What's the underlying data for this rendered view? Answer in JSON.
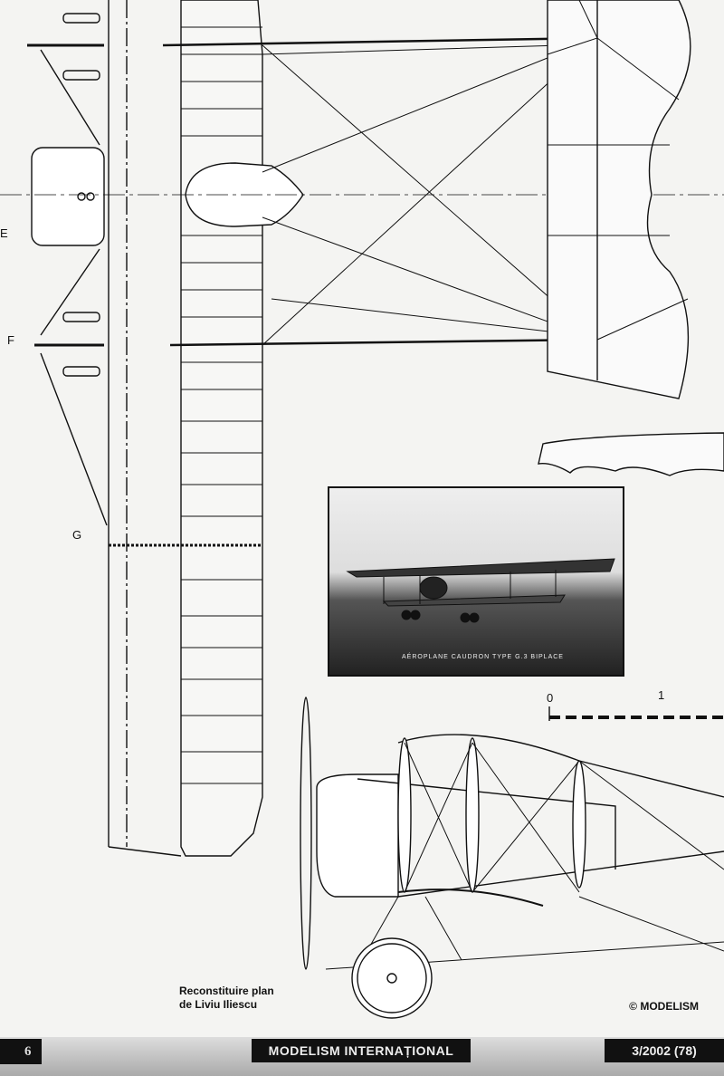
{
  "drawing": {
    "section_labels": [
      "E",
      "F",
      "G"
    ],
    "scale_labels": [
      "0",
      "1"
    ]
  },
  "photo": {
    "caption": "AÉROPLANE CAUDRON TYPE G.3 BIPLACE"
  },
  "credit": {
    "line1": "Reconstituire plan",
    "line2": "de Liviu Iliescu"
  },
  "copyright": "© MODELISM",
  "footer": {
    "page_number": "6",
    "magazine": "MODELISM INTERNAȚIONAL",
    "issue": "3/2002 (78)"
  }
}
